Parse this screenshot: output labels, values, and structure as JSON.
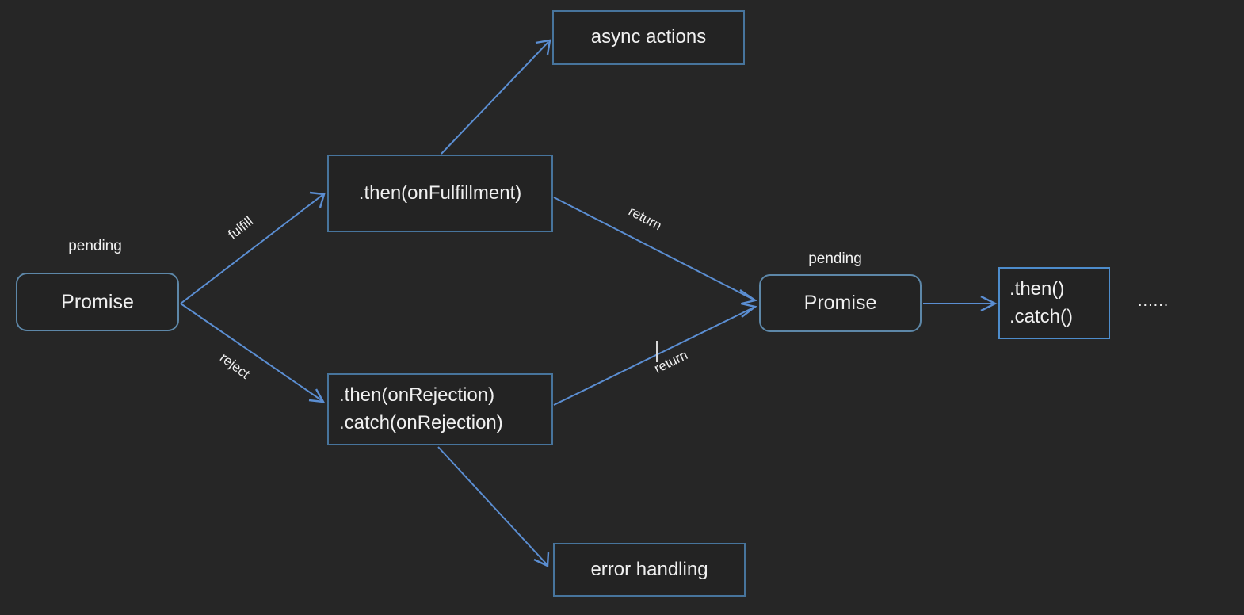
{
  "colors": {
    "background": "#262626",
    "arrow": "#5b8ed2",
    "rect-border": "#47749c",
    "rounded-border": "#5d87a8",
    "bright-border": "#4d8ccb",
    "text": "#f0f0f0",
    "cursor": "#d8d8d8"
  },
  "nodes": {
    "promise1": {
      "label": "Promise",
      "state": "pending"
    },
    "then_fulfillment": {
      "label": ".then(onFulfillment)"
    },
    "async_actions": {
      "label": "async actions"
    },
    "then_rejection": {
      "line1": ".then(onRejection)",
      "line2": ".catch(onRejection)"
    },
    "error_handling": {
      "label": "error handling"
    },
    "promise2": {
      "label": "Promise",
      "state": "pending"
    },
    "then_catch": {
      "line1": ".then()",
      "line2": ".catch()"
    },
    "continuation": {
      "label": "......"
    }
  },
  "edges": {
    "fulfill": {
      "label": "fulfill"
    },
    "reject": {
      "label": "reject"
    },
    "return_top": {
      "label": "return"
    },
    "return_bottom": {
      "label": "return"
    }
  }
}
